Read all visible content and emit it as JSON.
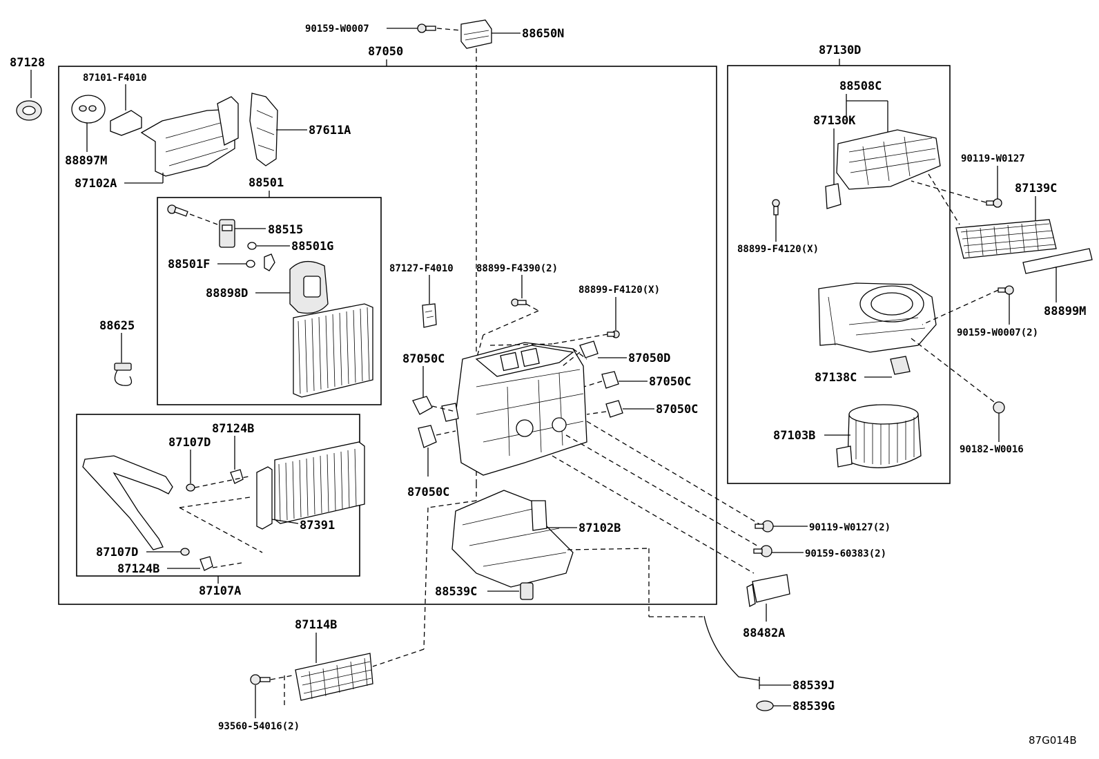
{
  "diagram": {
    "figure_code": "87G014B",
    "group_labels": {
      "assembly_main": "87050",
      "assembly_blower": "87130D",
      "group_88501": "88501",
      "group_87107A": "87107A"
    },
    "part_labels": {
      "p90159_W0007": "90159-W0007",
      "p88650N": "88650N",
      "p87128": "87128",
      "p87101_F4010": "87101-F4010",
      "p87611A": "87611A",
      "p88897M": "88897M",
      "p87102A": "87102A",
      "p88515": "88515",
      "p88501G": "88501G",
      "p88501F": "88501F",
      "p88898D": "88898D",
      "p88625": "88625",
      "p87124B_top": "87124B",
      "p87107D_top": "87107D",
      "p87391": "87391",
      "p87107D_bottom": "87107D",
      "p87124B_bottom": "87124B",
      "p87127_F4010": "87127-F4010",
      "p88899_F4390": "88899-F4390(2)",
      "p88899_F4120_mid": "88899-F4120(X)",
      "p87050C_left": "87050C",
      "p87050D": "87050D",
      "p87050C_r1": "87050C",
      "p87050C_r2": "87050C",
      "p87050C_bottom": "87050C",
      "p87102B": "87102B",
      "p88539C": "88539C",
      "p87114B": "87114B",
      "p93560_54016": "93560-54016(2)",
      "p88508C": "88508C",
      "p87130K": "87130K",
      "p88899_F4120_right": "88899-F4120(X)",
      "p90119_W0127_top": "90119-W0127",
      "p87139C": "87139C",
      "p88899M": "88899M",
      "p90159_W0007_2": "90159-W0007(2)",
      "p87138C": "87138C",
      "p90182_W0016": "90182-W0016",
      "p87103B": "87103B",
      "p90119_W0127_2": "90119-W0127(2)",
      "p90159_60383": "90159-60383(2)",
      "p88482A": "88482A",
      "p88539J": "88539J",
      "p88539G": "88539G"
    }
  }
}
